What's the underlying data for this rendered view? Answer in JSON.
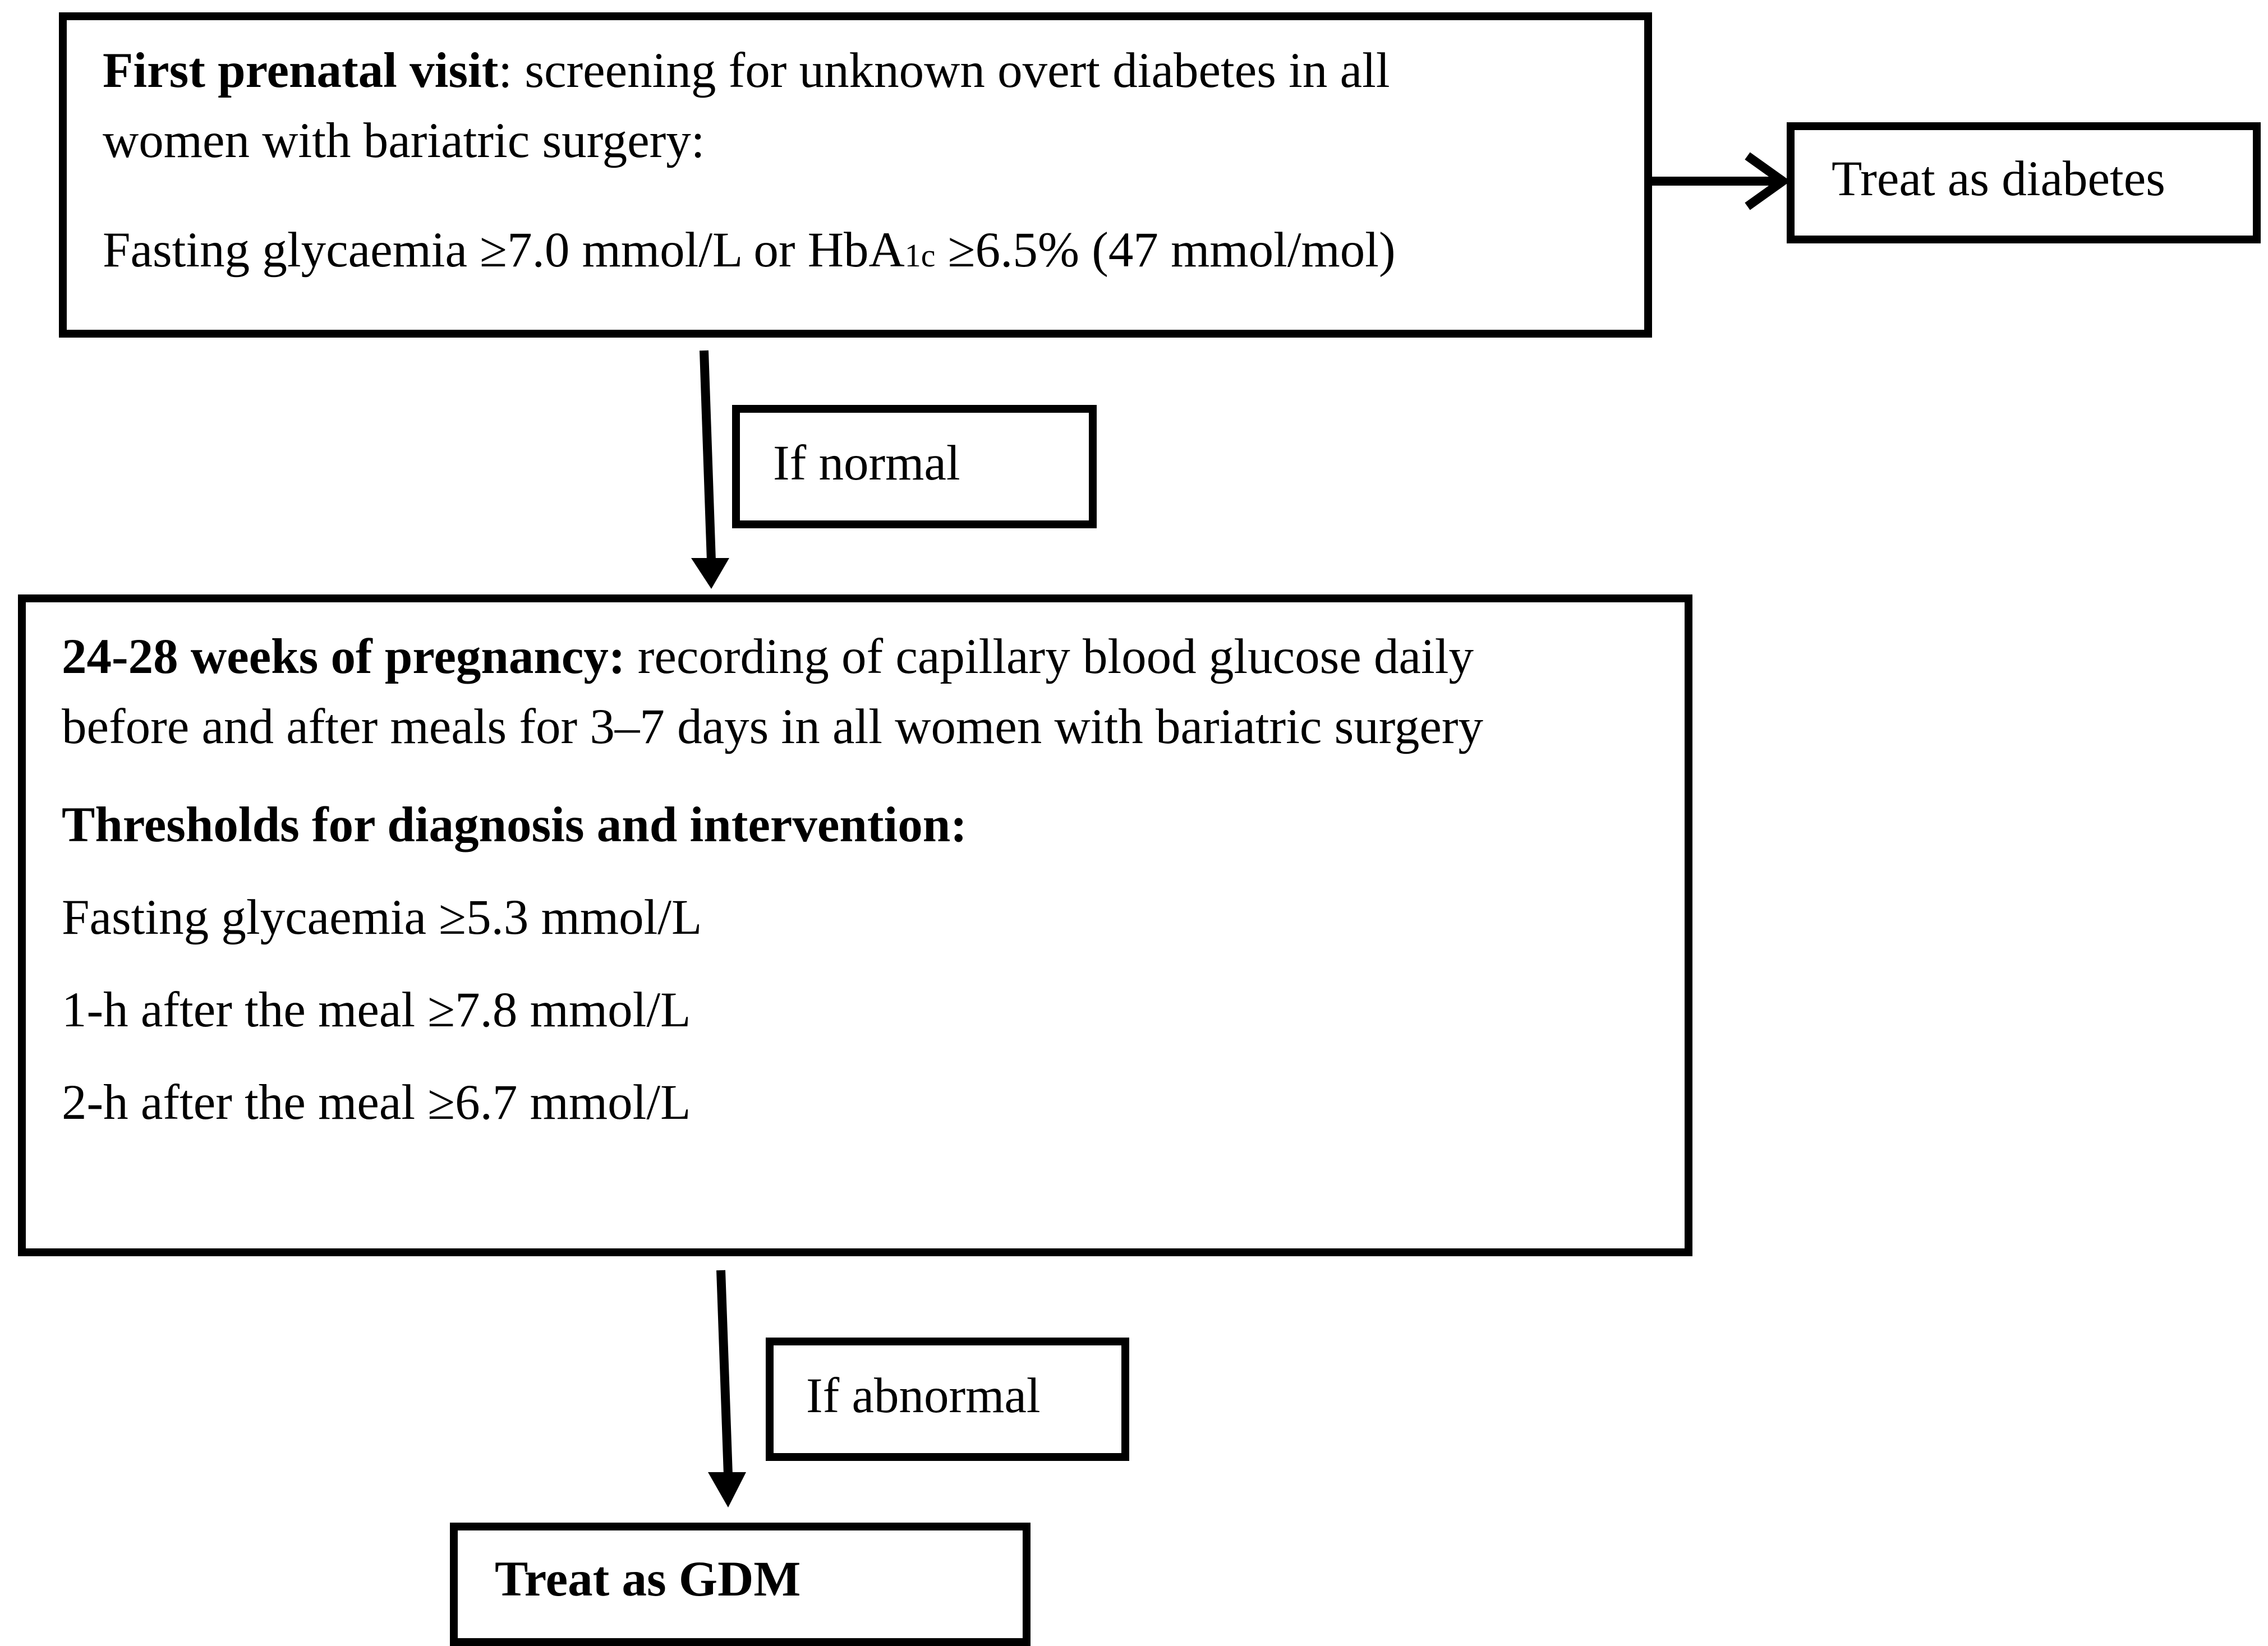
{
  "box1": {
    "heading": "First prenatal visit",
    "text_after_heading": ": screening for unknown overt diabetes in all",
    "line2": "women with bariatric surgery:",
    "criteria_pre": "Fasting glycaemia ≥7.0 mmol/L or HbA",
    "criteria_sub": "1c",
    "criteria_post": " ≥6.5% (47 mmol/mol)"
  },
  "box_diabetes": {
    "label": "Treat as diabetes"
  },
  "label_normal": {
    "text": "If normal"
  },
  "box2": {
    "heading": "24-28 weeks of pregnancy:",
    "text_after_heading": " recording of capillary blood glucose daily",
    "line2": "before and after meals for 3–7 days in all women with bariatric surgery",
    "thresholds_heading": "Thresholds for diagnosis and intervention:",
    "threshold_1": "Fasting glycaemia ≥5.3 mmol/L",
    "threshold_2": "1-h after the meal ≥7.8 mmol/L",
    "threshold_3": "2-h after the meal ≥6.7 mmol/L"
  },
  "label_abnormal": {
    "text": "If abnormal"
  },
  "box_gdm": {
    "label": "Treat as GDM"
  }
}
